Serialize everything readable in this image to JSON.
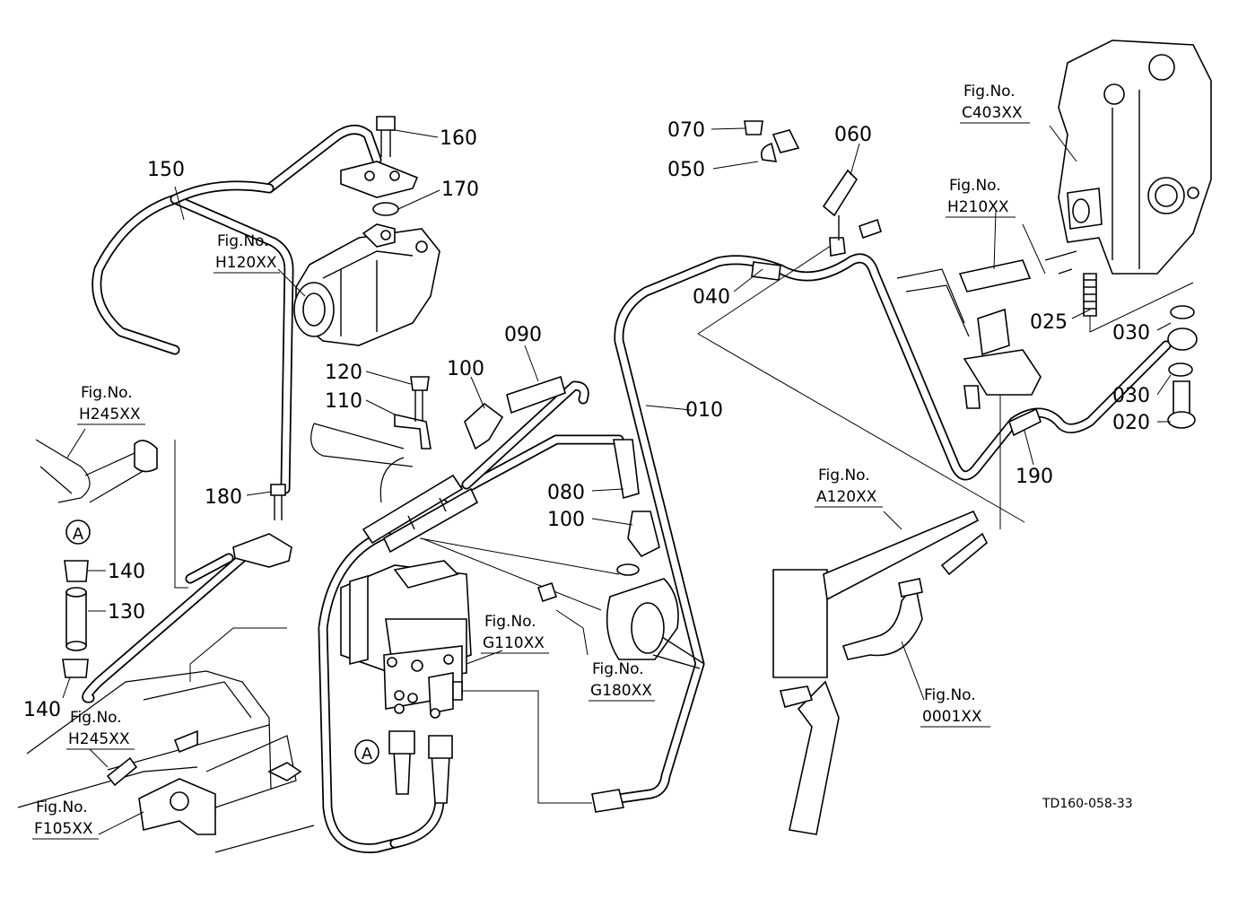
{
  "diagram": {
    "part_numbers": {
      "p010": "010",
      "p020": "020",
      "p025": "025",
      "p030a": "030",
      "p030b": "030",
      "p040": "040",
      "p050": "050",
      "p060": "060",
      "p070": "070",
      "p080": "080",
      "p090": "090",
      "p100a": "100",
      "p100b": "100",
      "p110": "110",
      "p120": "120",
      "p130": "130",
      "p140a": "140",
      "p140b": "140",
      "p150": "150",
      "p160": "160",
      "p170": "170",
      "p180": "180",
      "p190": "190"
    },
    "figure_refs": {
      "fig_label": "Fig.No.",
      "h120": "H120XX",
      "h245a": "H245XX",
      "h245b": "H245XX",
      "f105": "F105XX",
      "g110": "G110XX",
      "g180": "G180XX",
      "c403": "C403XX",
      "h210": "H210XX",
      "a120": "A120XX",
      "f0001": "0001XX"
    },
    "callout_marker": "A",
    "drawing_code": "TD160-058-33"
  }
}
